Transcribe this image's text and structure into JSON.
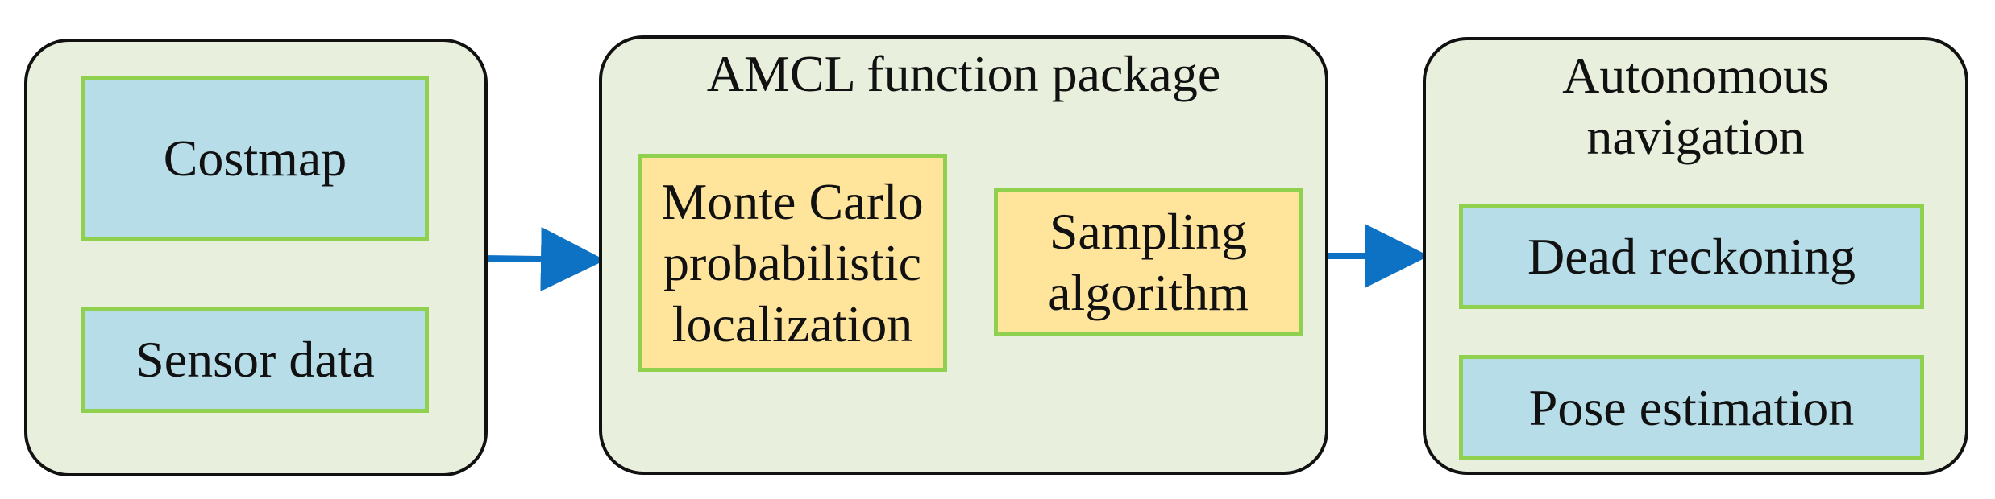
{
  "colors": {
    "group_fill": "#e8efdc",
    "group_border": "#111111",
    "blue_box_fill": "#b7dde8",
    "yellow_box_fill": "#ffe49c",
    "box_border": "#8fd14f",
    "flow_arrow": "#0e72c4",
    "loop_arrow": "#e8731c"
  },
  "groups": {
    "inputs": {
      "title": ""
    },
    "amcl": {
      "title": "AMCL function package"
    },
    "nav": {
      "title_line1": "Autonomous",
      "title_line2": "navigation"
    }
  },
  "nodes": {
    "costmap": "Costmap",
    "sensor_data": "Sensor data",
    "monte_carlo": {
      "line1": "Monte Carlo",
      "line2": "probabilistic",
      "line3": "localization"
    },
    "sampling": {
      "line1": "Sampling",
      "line2": "algorithm"
    },
    "dead_reckoning": "Dead reckoning",
    "pose_estimation": "Pose estimation"
  }
}
